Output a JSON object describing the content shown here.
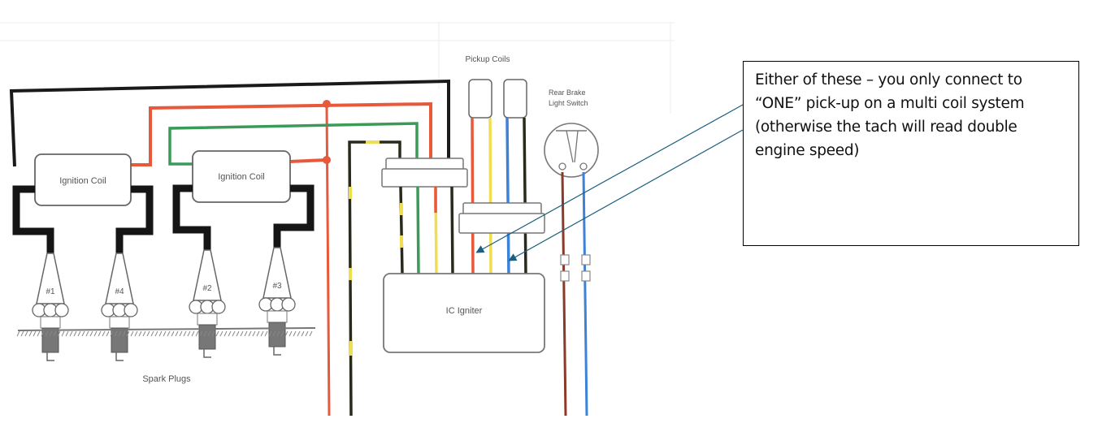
{
  "diagram": {
    "labels": {
      "ignition_coil_1": "Ignition Coil",
      "ignition_coil_2": "Ignition Coil",
      "pickup_coils": "Pickup Coils",
      "rear_brake_line1": "Rear Brake",
      "rear_brake_line2": "Light Switch",
      "ic_igniter": "IC Igniter",
      "spark_plugs": "Spark Plugs",
      "plug_1": "#1",
      "plug_4": "#4",
      "plug_2": "#2",
      "plug_3": "#3"
    },
    "wire_colors": {
      "black": "#1a1a1a",
      "red": "#e8583a",
      "green": "#3a9a58",
      "yellow": "#f0de50",
      "blue": "#3c82d6",
      "brown": "#8a3a2a",
      "annotation": "#1b5f80"
    }
  },
  "annotation": {
    "text": "Either of these – you only connect to “ONE” pick-up on a multi coil system (otherwise the tach will read double engine speed)"
  }
}
